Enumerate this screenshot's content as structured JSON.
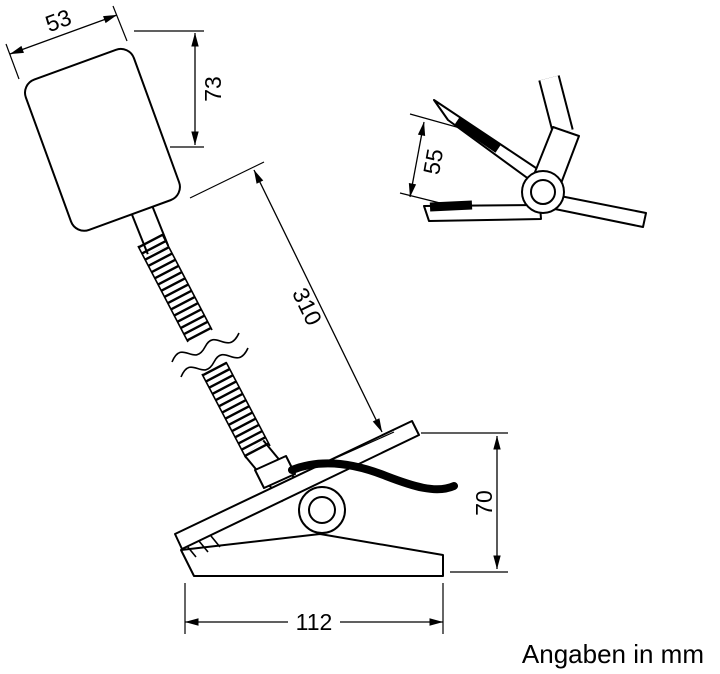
{
  "caption": "Angaben in mm",
  "dimensions": {
    "head_width_mm": "53",
    "head_length_mm": "73",
    "gooseneck_length_mm": "310",
    "clamp_height_mm": "70",
    "clamp_base_width_mm": "112",
    "side_view_jaw_opening_mm": "55"
  },
  "colors": {
    "line": "#000000",
    "background": "#ffffff"
  }
}
